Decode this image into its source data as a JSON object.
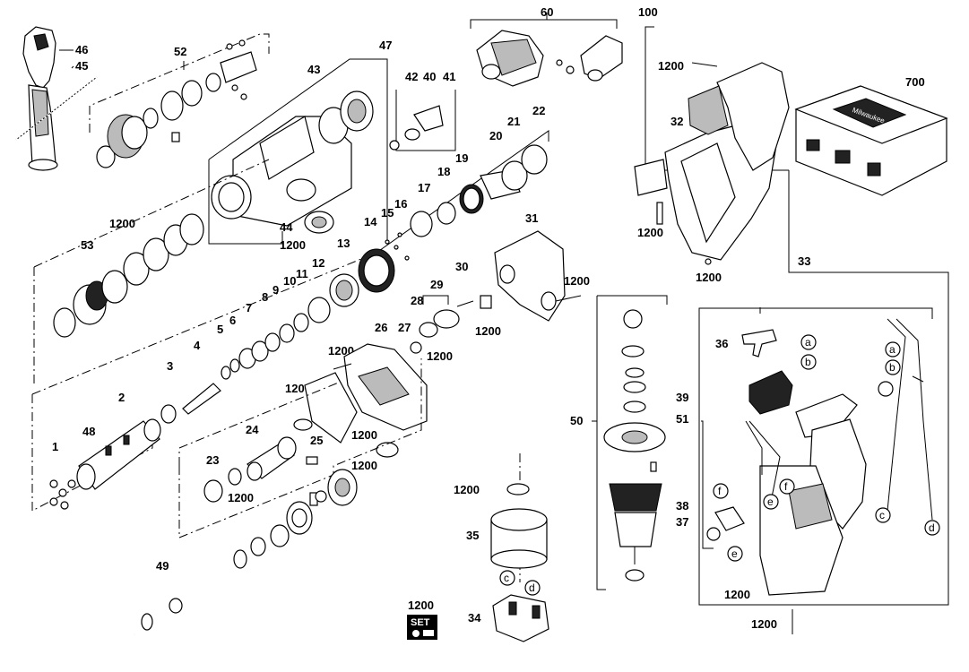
{
  "labels": {
    "p1": "1",
    "p2": "2",
    "p3": "3",
    "p4": "4",
    "p5": "5",
    "p6": "6",
    "p7": "7",
    "p8": "8",
    "p9": "9",
    "p10": "10",
    "p11": "11",
    "p12": "12",
    "p13": "13",
    "p14": "14",
    "p15": "15",
    "p16": "16",
    "p17": "17",
    "p18": "18",
    "p19": "19",
    "p20": "20",
    "p21": "21",
    "p22": "22",
    "p23": "23",
    "p24": "24",
    "p25": "25",
    "p26": "26",
    "p27": "27",
    "p28": "28",
    "p29": "29",
    "p30": "30",
    "p31": "31",
    "p32": "32",
    "p33": "33",
    "p34": "34",
    "p35": "35",
    "p36": "36",
    "p37": "37",
    "p38": "38",
    "p39": "39",
    "p40": "40",
    "p41": "41",
    "p42": "42",
    "p43": "43",
    "p44": "44",
    "p45": "45",
    "p46": "46",
    "p47": "47",
    "p48": "48",
    "p49": "49",
    "p50": "50",
    "p51": "51",
    "p52": "52",
    "p53": "53",
    "p60": "60",
    "p100": "100",
    "p700": "700",
    "n1200": "1200",
    "set": "SET",
    "a": "a",
    "b": "b",
    "c": "c",
    "d": "d",
    "e": "e",
    "f": "f"
  },
  "case_brand": "Milwaukee"
}
